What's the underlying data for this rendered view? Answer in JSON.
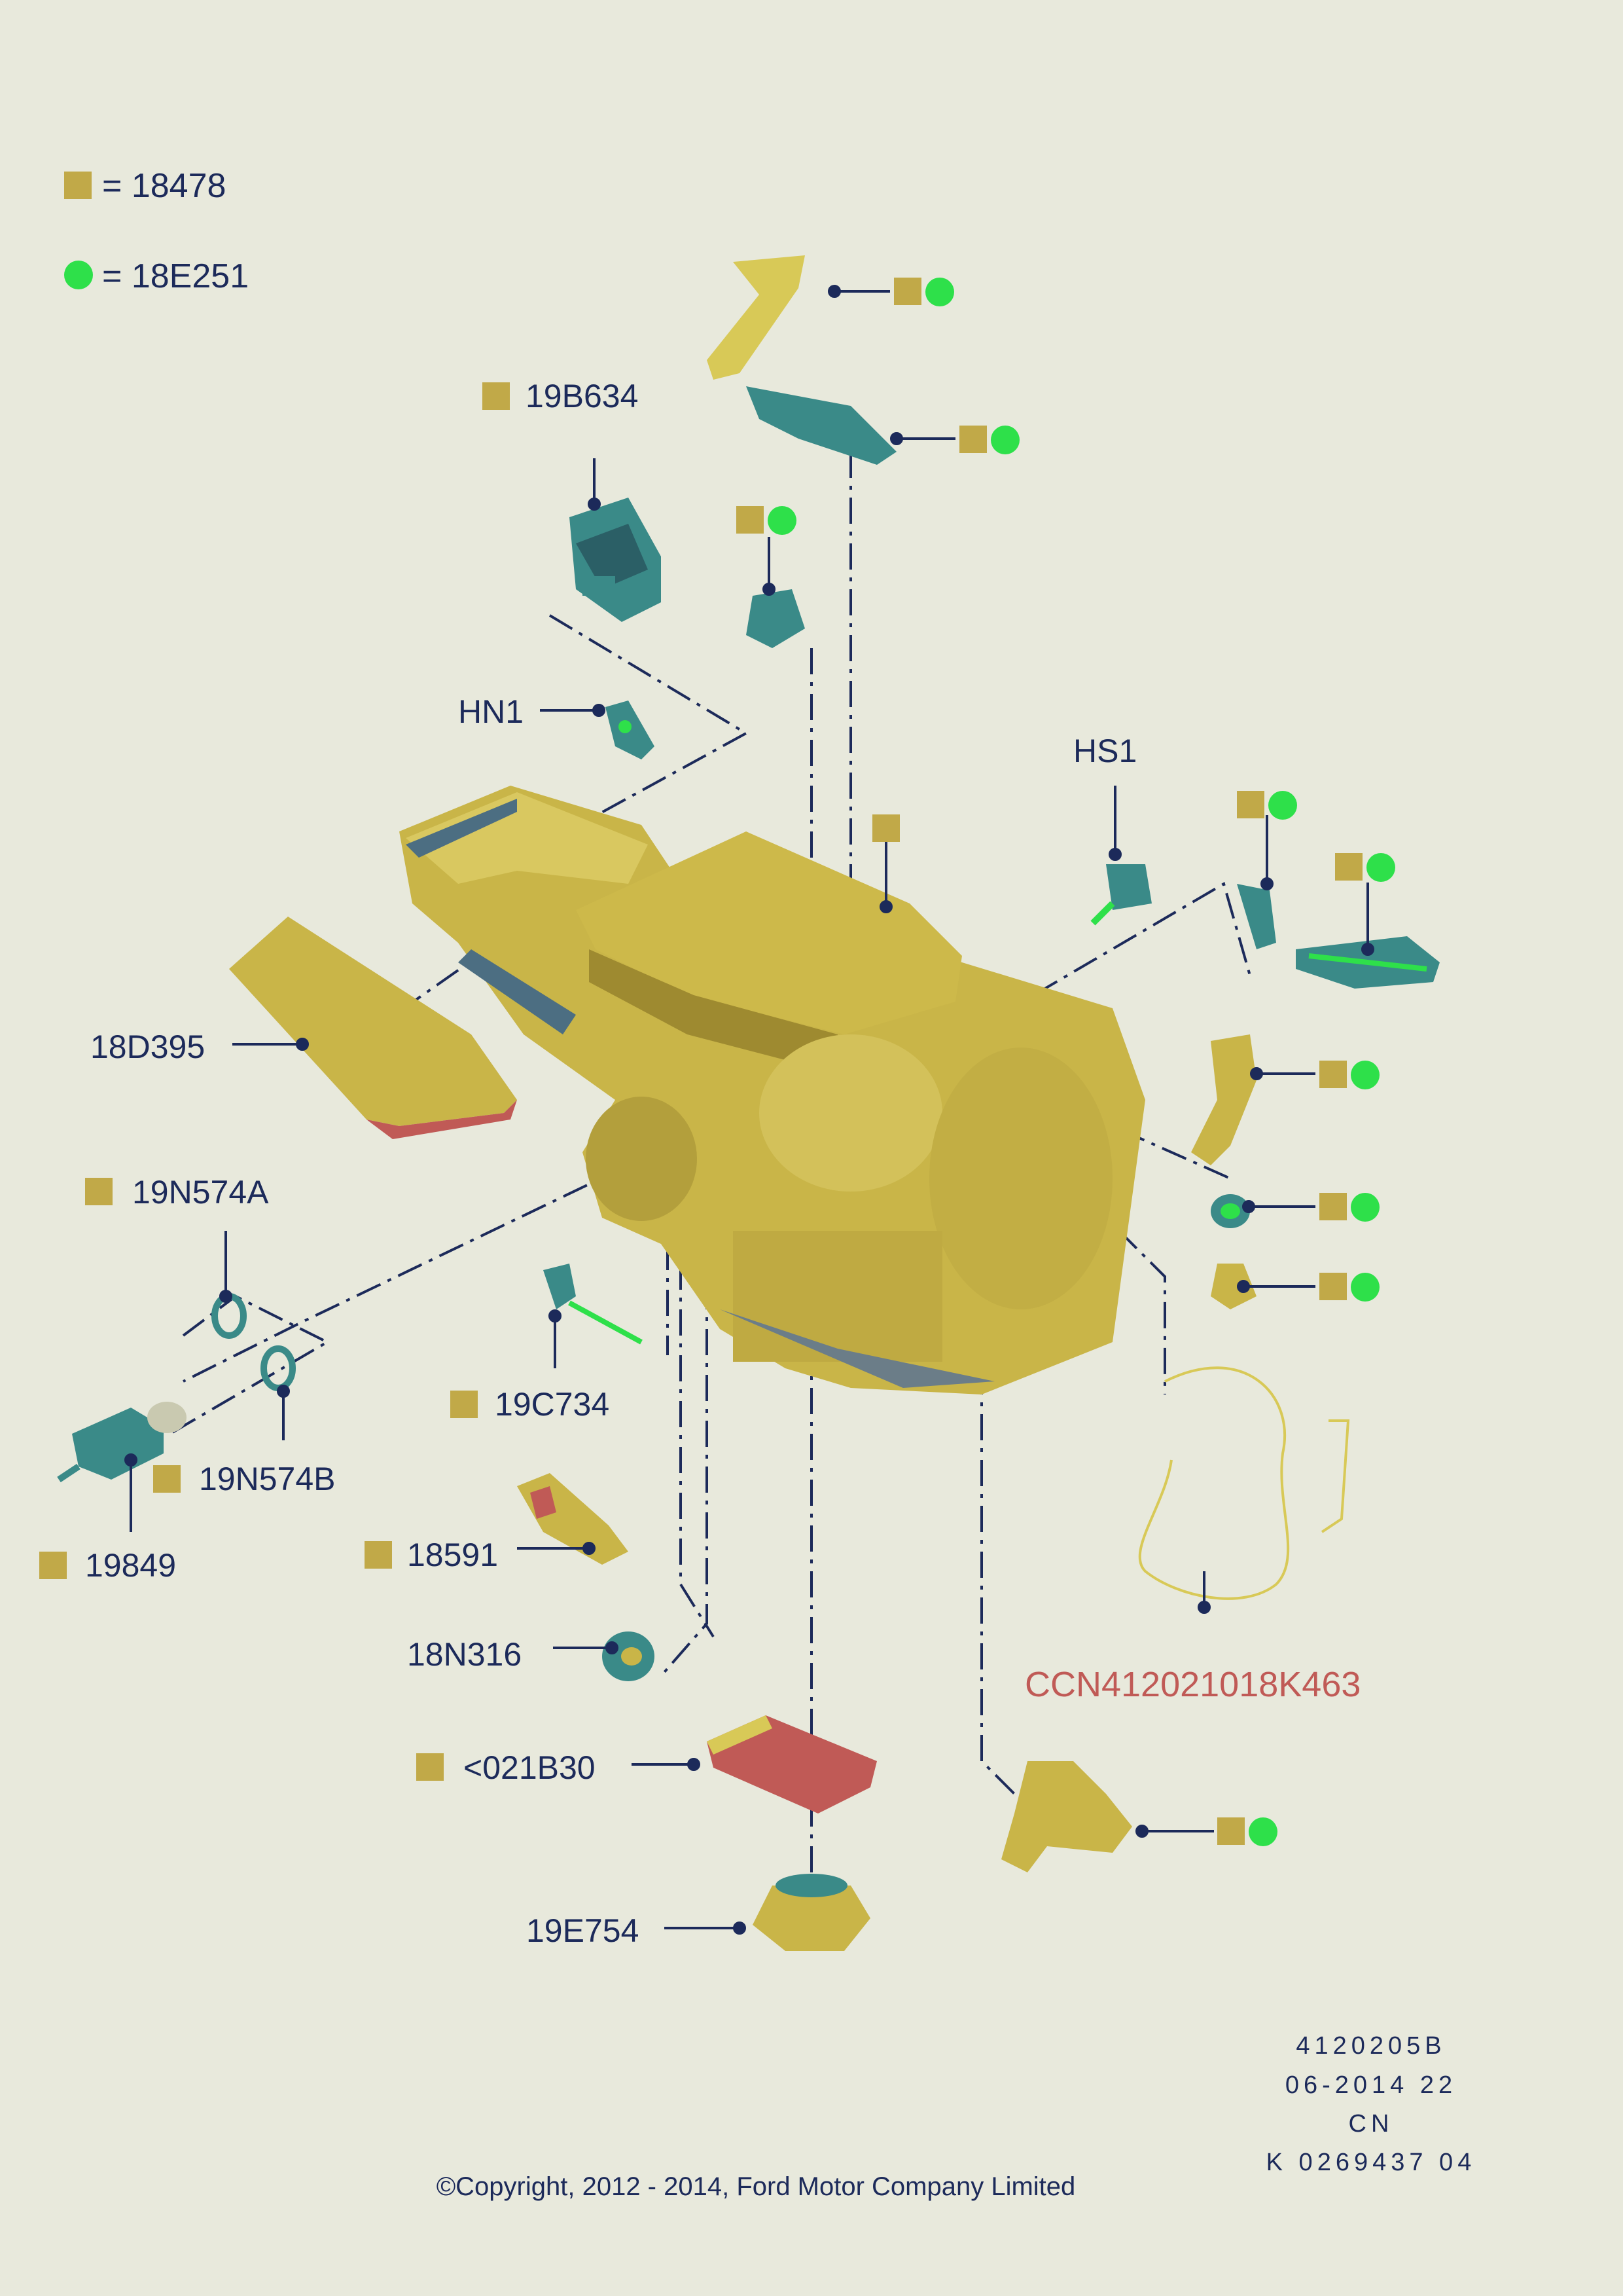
{
  "legend": [
    {
      "symbol": "square",
      "color": "#c1a948",
      "code": "18478"
    },
    {
      "symbol": "circle",
      "color": "#2ee04a",
      "code": "18E251"
    }
  ],
  "part_labels": {
    "p19B634": "19B634",
    "pHN1": "HN1",
    "pHS1": "HS1",
    "p18D395": "18D395",
    "p19N574A": "19N574A",
    "p19N574B": "19N574B",
    "p19849": "19849",
    "p19C734": "19C734",
    "p18591": "18591",
    "p18N316": "18N316",
    "p021B30": "<021B30",
    "p19E754": "19E754",
    "pCCN": "CCN412021018K463"
  },
  "meta": {
    "code": "4120205B",
    "date": "06-2014 22",
    "region": "CN",
    "ref": "K 0269437 04"
  },
  "copyright": "©Copyright, 2012 - 2014, Ford Motor Company Limited",
  "colors": {
    "background": "#e8e9dc",
    "part_yellow": "#c9b548",
    "part_teal": "#3a8a88",
    "accent_red": "#c05a56",
    "label_navy": "#1c2a5a",
    "square": "#c1a948",
    "circle": "#2ee04a"
  }
}
